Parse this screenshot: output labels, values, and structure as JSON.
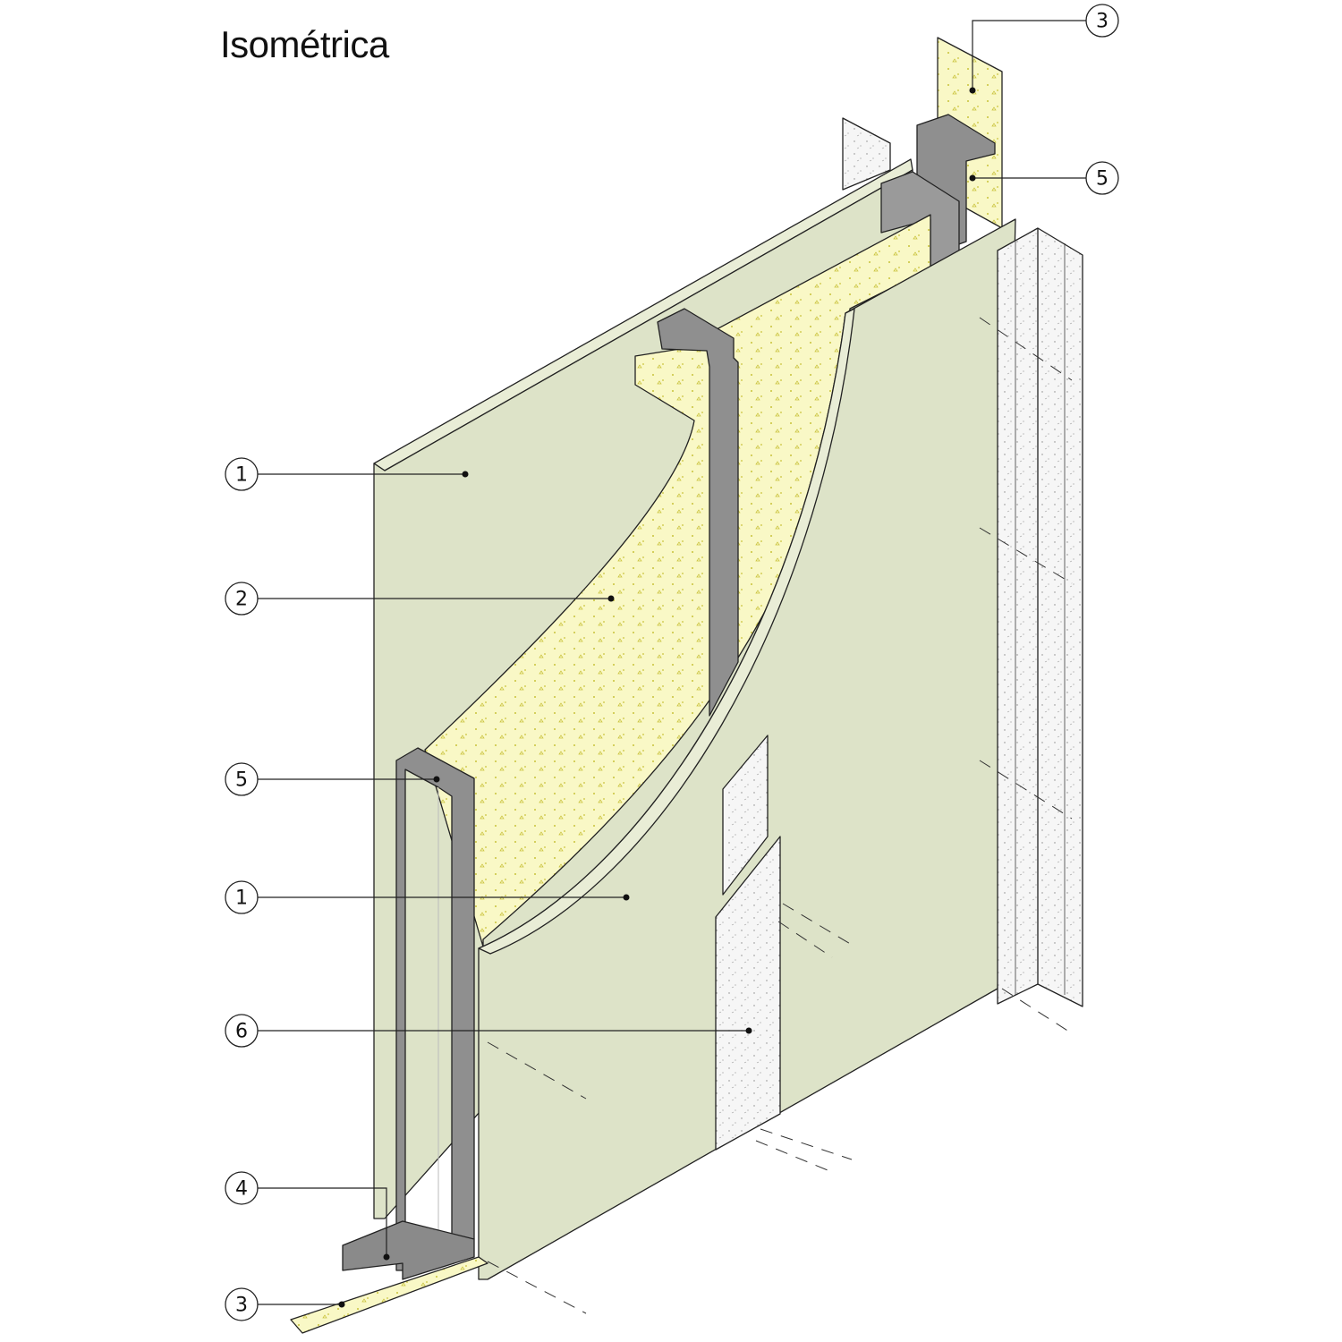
{
  "title": "Isométrica",
  "colors": {
    "board": "#dde3c8",
    "board_edge": "#e9edd6",
    "insulation": "#f9f8c6",
    "insulation_dots": "#c9c23a",
    "steel": "#8f8f8f",
    "steel_light": "#a8a8a8",
    "gypsum": "#f6f6f6",
    "line": "#222222"
  },
  "callouts": [
    {
      "number": "1",
      "part": "board-upper"
    },
    {
      "number": "2",
      "part": "insulation"
    },
    {
      "number": "5",
      "part": "stud-front"
    },
    {
      "number": "1",
      "part": "board-lower"
    },
    {
      "number": "6",
      "part": "gypsum-strip"
    },
    {
      "number": "4",
      "part": "track-fixing"
    },
    {
      "number": "3",
      "part": "bottom-band"
    },
    {
      "number": "3",
      "part": "top-band"
    },
    {
      "number": "5",
      "part": "stud-top"
    }
  ]
}
